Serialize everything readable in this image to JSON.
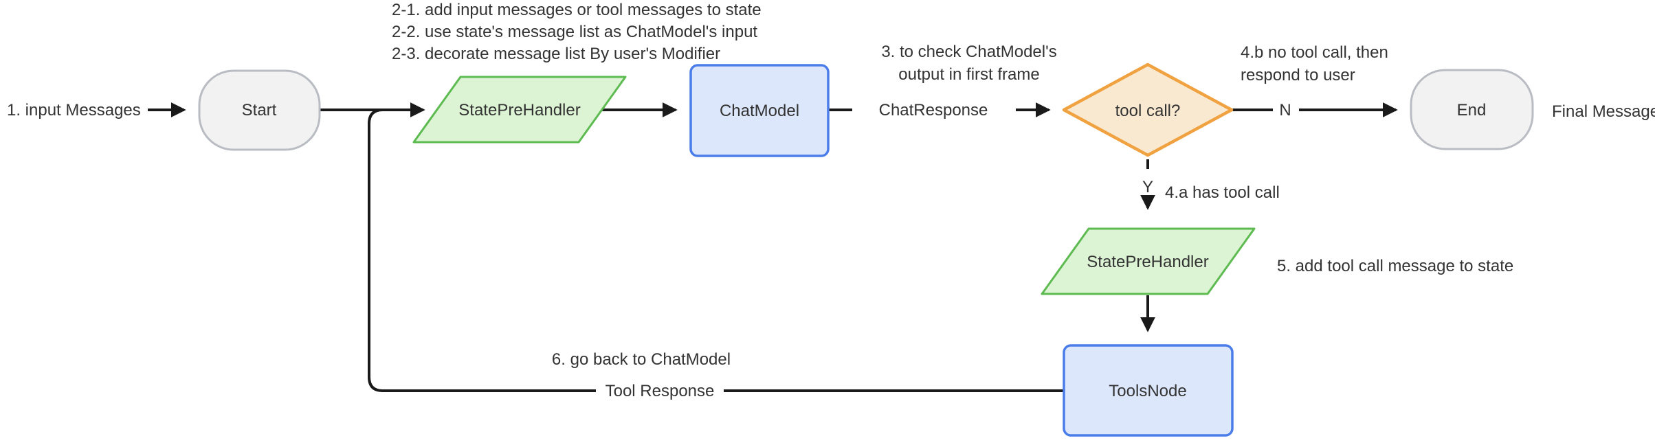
{
  "diagram": {
    "type": "flowchart",
    "direction": "left-to-right",
    "colors": {
      "edge": "#1a1a1a",
      "text": "#333333",
      "gray_fill": "#f2f2f3",
      "gray_stroke": "#b9bcc2",
      "green_fill": "#dcf4d4",
      "green_stroke": "#5dbb51",
      "blue_fill": "#dde7fb",
      "blue_stroke": "#4a7dea",
      "orange_fill": "#fae9d1",
      "orange_stroke": "#f0a240"
    },
    "nodes": {
      "start": {
        "label": "Start",
        "shape": "stadium",
        "fill": "#f2f2f3",
        "stroke": "#b9bcc2"
      },
      "state_pre_handler_1": {
        "label": "StatePreHandler",
        "shape": "parallelogram",
        "fill": "#dcf4d4",
        "stroke": "#5dbb51"
      },
      "chat_model": {
        "label": "ChatModel",
        "shape": "rect",
        "fill": "#dde7fb",
        "stroke": "#4a7dea"
      },
      "tool_call_decision": {
        "label": "tool call?",
        "shape": "diamond",
        "fill": "#fae9d1",
        "stroke": "#f0a240"
      },
      "end": {
        "label": "End",
        "shape": "stadium",
        "fill": "#f2f2f3",
        "stroke": "#b9bcc2"
      },
      "state_pre_handler_2": {
        "label": "StatePreHandler",
        "shape": "parallelogram",
        "fill": "#dcf4d4",
        "stroke": "#5dbb51"
      },
      "tools_node": {
        "label": "ToolsNode",
        "shape": "rect",
        "fill": "#dde7fb",
        "stroke": "#4a7dea"
      }
    },
    "edge_labels": {
      "chat_response": "ChatResponse",
      "no": "N",
      "yes": "Y",
      "tool_response": "Tool Response"
    },
    "annotations": {
      "input": "1. input Messages",
      "step2_line1": "2-1. add input messages or tool messages to state",
      "step2_line2": "2-2. use state's message list as ChatModel's input",
      "step2_line3": "2-3. decorate message list By user's Modifier",
      "step3_line1": "3. to check ChatModel's",
      "step3_line2": "output in first frame",
      "step4b_line1": "4.b no tool call, then",
      "step4b_line2": "respond to user",
      "step4a": "4.a has tool call",
      "step5": "5. add tool call message to state",
      "step6": "6. go back to ChatModel",
      "final_message": "Final Message"
    }
  }
}
